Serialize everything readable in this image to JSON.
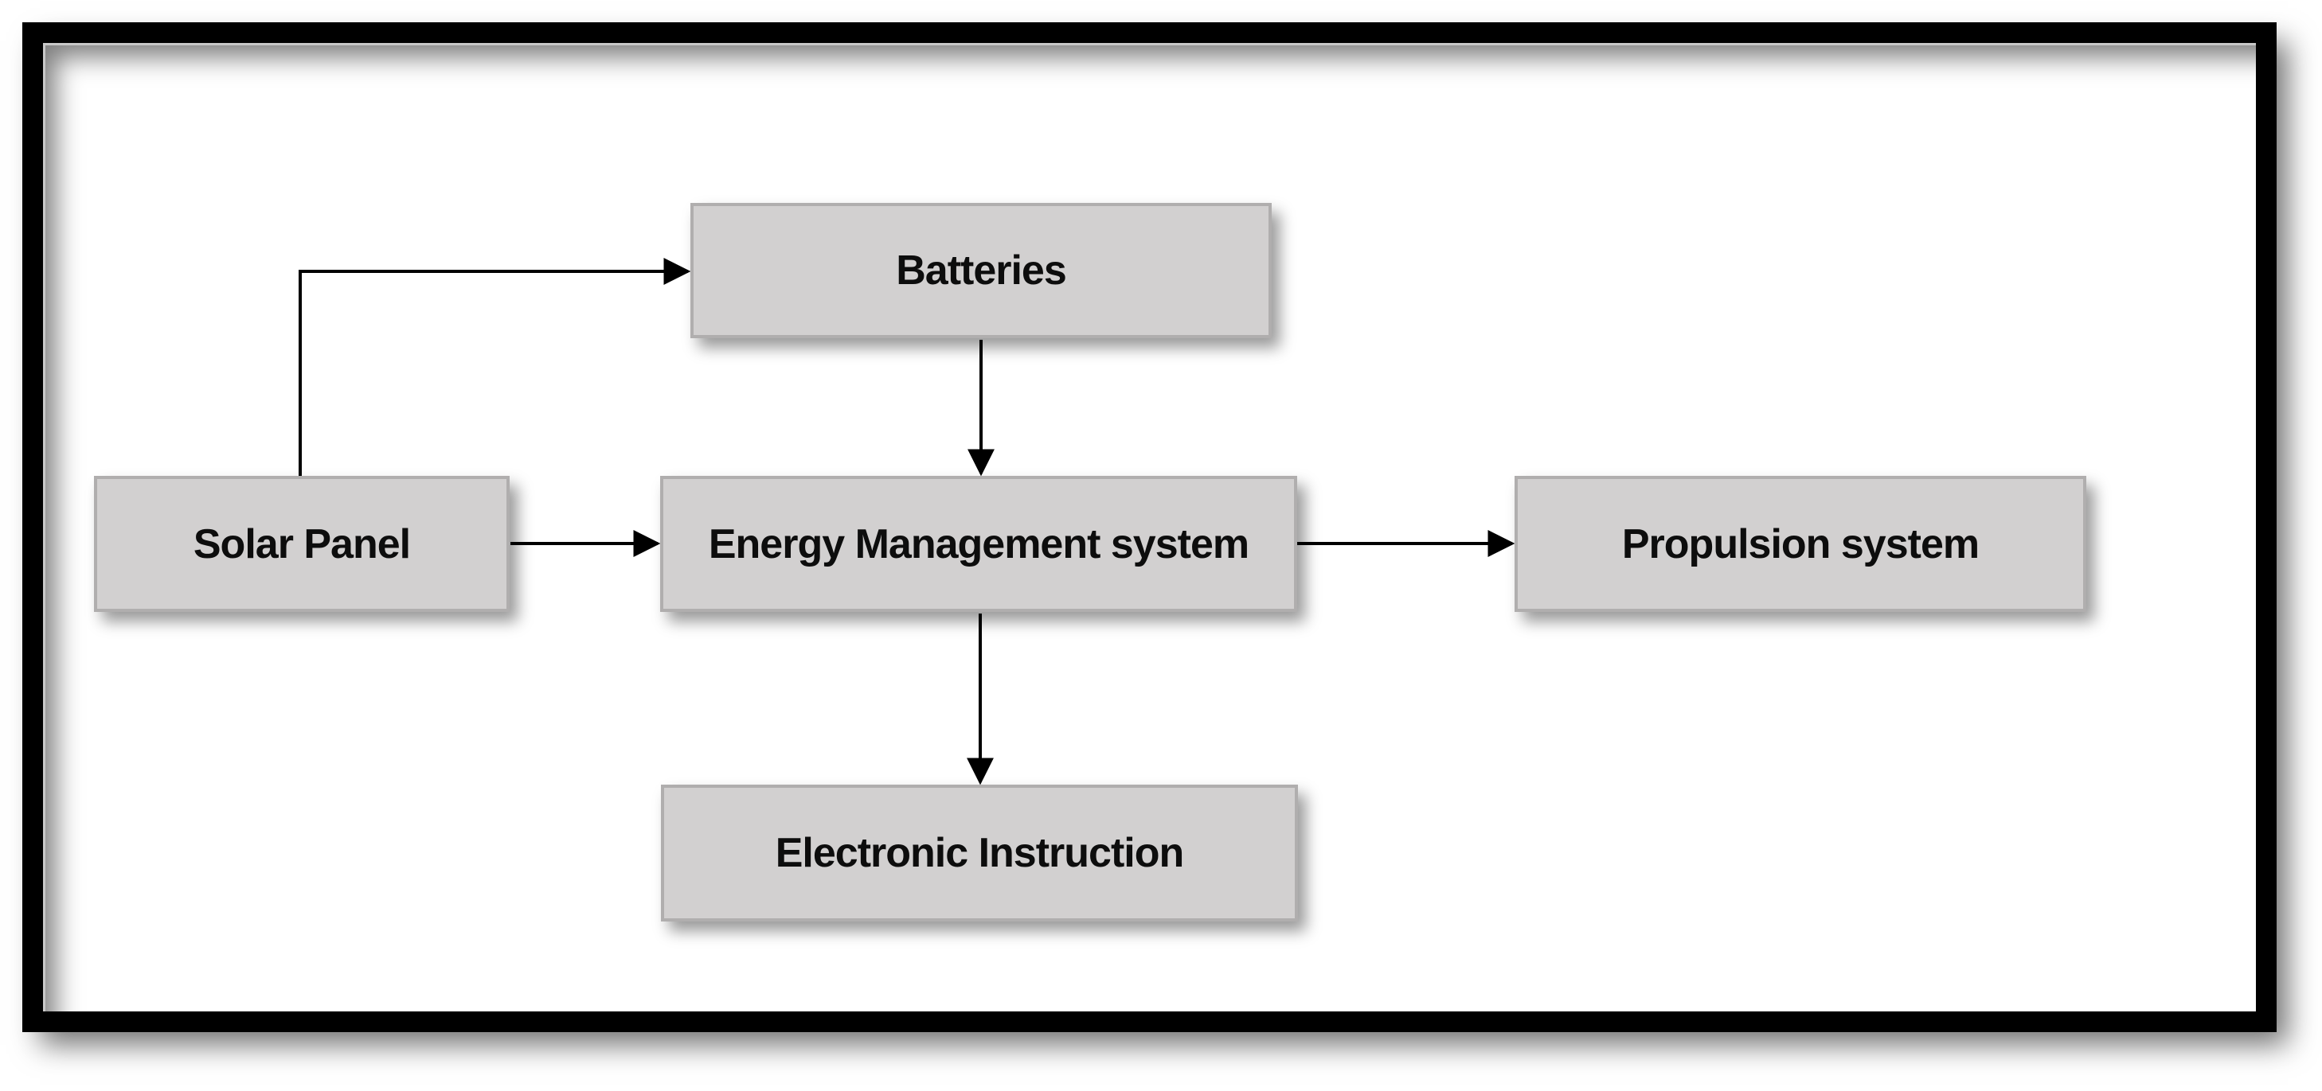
{
  "diagram": {
    "type": "block-diagram",
    "nodes": [
      {
        "id": "batteries",
        "label": "Batteries"
      },
      {
        "id": "solar-panel",
        "label": "Solar Panel"
      },
      {
        "id": "energy-management-system",
        "label": "Energy Management system"
      },
      {
        "id": "propulsion-system",
        "label": "Propulsion system"
      },
      {
        "id": "electronic-instruction",
        "label": "Electronic Instruction"
      }
    ],
    "edges": [
      {
        "from": "solar-panel",
        "to": "batteries"
      },
      {
        "from": "batteries",
        "to": "energy-management-system"
      },
      {
        "from": "solar-panel",
        "to": "energy-management-system"
      },
      {
        "from": "energy-management-system",
        "to": "propulsion-system"
      },
      {
        "from": "energy-management-system",
        "to": "electronic-instruction"
      }
    ],
    "colors": {
      "node_fill": "#d2d0d0",
      "node_border": "#b0aeae",
      "node_text": "#0d0d0d",
      "connector": "#000000",
      "frame_border": "#000000",
      "canvas_background": "#ffffff"
    }
  }
}
